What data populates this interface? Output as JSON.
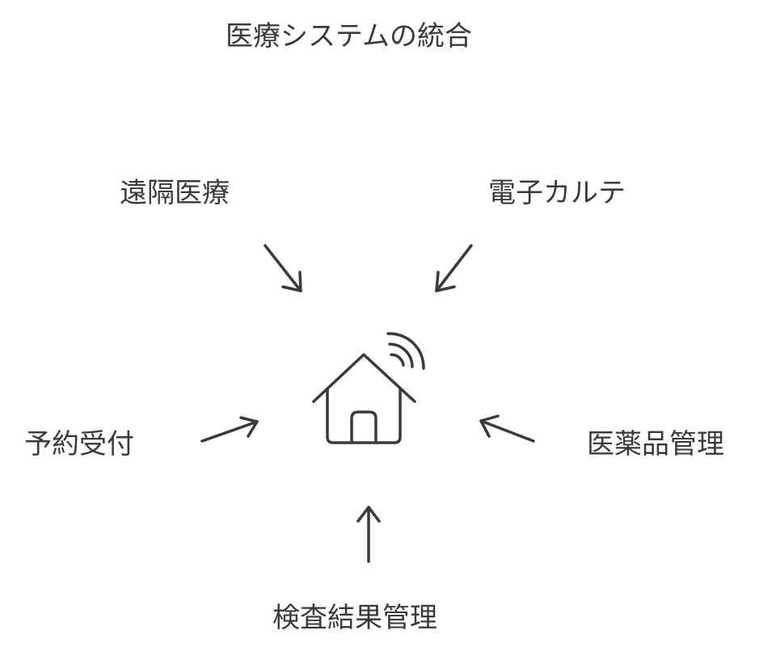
{
  "title": "医療システムの統合",
  "hub": {
    "icon": "smart-home-wifi-icon"
  },
  "nodes": [
    {
      "id": "tl",
      "label": "遠隔医療"
    },
    {
      "id": "tr",
      "label": "電子カルテ"
    },
    {
      "id": "l",
      "label": "予約受付"
    },
    {
      "id": "r",
      "label": "医薬品管理"
    },
    {
      "id": "b",
      "label": "検査結果管理"
    }
  ],
  "colors": {
    "ink": "#3a3a3a",
    "background": "#ffffff"
  }
}
